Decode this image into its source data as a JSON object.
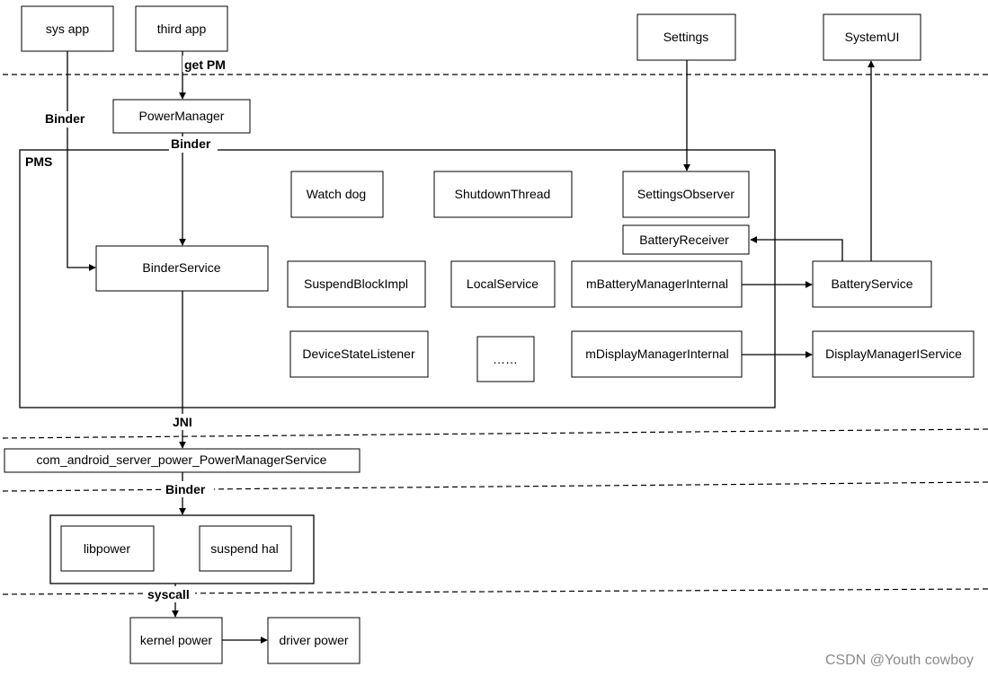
{
  "diagram": {
    "nodes": {
      "sys_app": "sys app",
      "third_app": "third app",
      "settings": "Settings",
      "systemui": "SystemUI",
      "power_manager": "PowerManager",
      "watch_dog": "Watch dog",
      "shutdown_thread": "ShutdownThread",
      "settings_observer": "SettingsObserver",
      "battery_receiver": "BatteryReceiver",
      "binder_service": "BinderService",
      "suspend_block_impl": "SuspendBlockImpl",
      "local_service": "LocalService",
      "m_battery_manager_internal": "mBatteryManagerInternal",
      "battery_service": "BatteryService",
      "device_state_listener": "DeviceStateListener",
      "ellipsis": "……",
      "m_display_manager_internal": "mDisplayManagerInternal",
      "display_manager_service": "DisplayManagerIService",
      "jni_class": "com_android_server_power_PowerManagerService",
      "libpower": "libpower",
      "suspend_hal": "suspend hal",
      "kernel_power": "kernel power",
      "driver_power": "driver power"
    },
    "containers": {
      "pms": "PMS"
    },
    "labels": {
      "get_pm": "get PM",
      "binder_left": "Binder",
      "binder_mid": "Binder",
      "jni": "JNI",
      "binder_hal": "Binder",
      "syscall": "syscall"
    },
    "watermark": "CSDN @Youth cowboy"
  }
}
